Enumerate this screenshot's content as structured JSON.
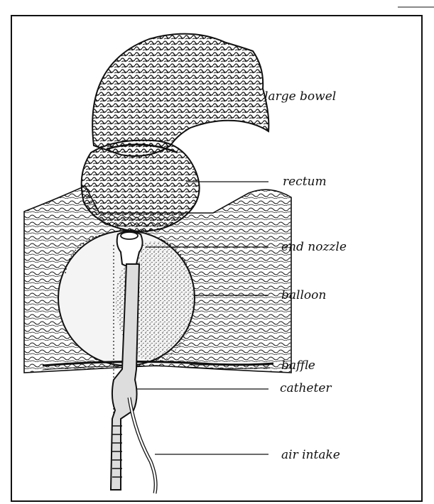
{
  "figure": {
    "labels": {
      "large_bowel": "large bowel",
      "rectum": "rectum",
      "end_nozzle": "end nozzle",
      "balloon": "balloon",
      "baffle": "baffle",
      "catheter": "catheter",
      "air_intake": "air intake"
    },
    "colors": {
      "ink": "#111111",
      "paper": "#ffffff"
    }
  }
}
